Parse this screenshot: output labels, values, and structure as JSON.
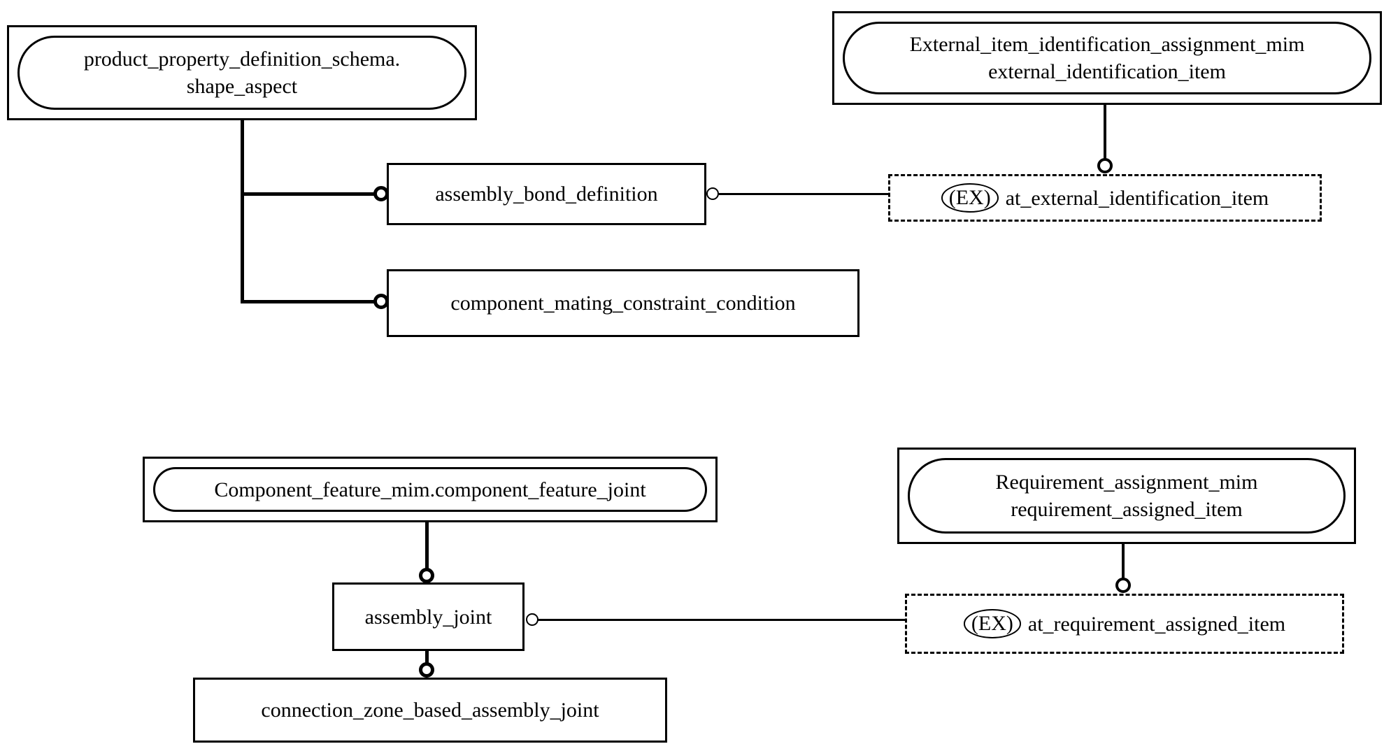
{
  "diagram": {
    "type": "express-g-schema-diagram",
    "colors": {
      "stroke": "#000000",
      "background": "#ffffff"
    },
    "nodes": {
      "shape_aspect": {
        "line1": "product_property_definition_schema.",
        "line2": "shape_aspect"
      },
      "external_item_identification": {
        "line1": "External_item_identification_assignment_mim",
        "line2": "external_identification_item"
      },
      "assembly_bond_definition": {
        "label": "assembly_bond_definition"
      },
      "component_mating_constraint_condition": {
        "label": "component_mating_constraint_condition"
      },
      "at_external_identification_item": {
        "badge": "(EX)",
        "label": "at_external_identification_item"
      },
      "component_feature_joint": {
        "label": "Component_feature_mim.component_feature_joint"
      },
      "requirement_assignment": {
        "line1": "Requirement_assignment_mim",
        "line2": "requirement_assigned_item"
      },
      "assembly_joint": {
        "label": "assembly_joint"
      },
      "at_requirement_assigned_item": {
        "badge": "(EX)",
        "label": "at_requirement_assigned_item"
      },
      "connection_zone_based_assembly_joint": {
        "label": "connection_zone_based_assembly_joint"
      }
    },
    "edges": [
      {
        "from": "product_property_definition_schema.shape_aspect",
        "to": "assembly_bond_definition",
        "style": "thick-supertype-circle"
      },
      {
        "from": "product_property_definition_schema.shape_aspect",
        "to": "component_mating_constraint_condition",
        "style": "thick-supertype-circle"
      },
      {
        "from": "assembly_bond_definition",
        "to": "(EX) at_external_identification_item",
        "style": "thin-circle"
      },
      {
        "from": "External_item_identification_assignment_mim.external_identification_item",
        "to": "(EX) at_external_identification_item",
        "style": "thin-circle"
      },
      {
        "from": "Component_feature_mim.component_feature_joint",
        "to": "assembly_joint",
        "style": "thick-supertype-circle"
      },
      {
        "from": "assembly_joint",
        "to": "connection_zone_based_assembly_joint",
        "style": "thick-supertype-circle"
      },
      {
        "from": "assembly_joint",
        "to": "(EX) at_requirement_assigned_item",
        "style": "thin-circle"
      },
      {
        "from": "Requirement_assignment_mim.requirement_assigned_item",
        "to": "(EX) at_requirement_assigned_item",
        "style": "thin-circle"
      }
    ]
  }
}
